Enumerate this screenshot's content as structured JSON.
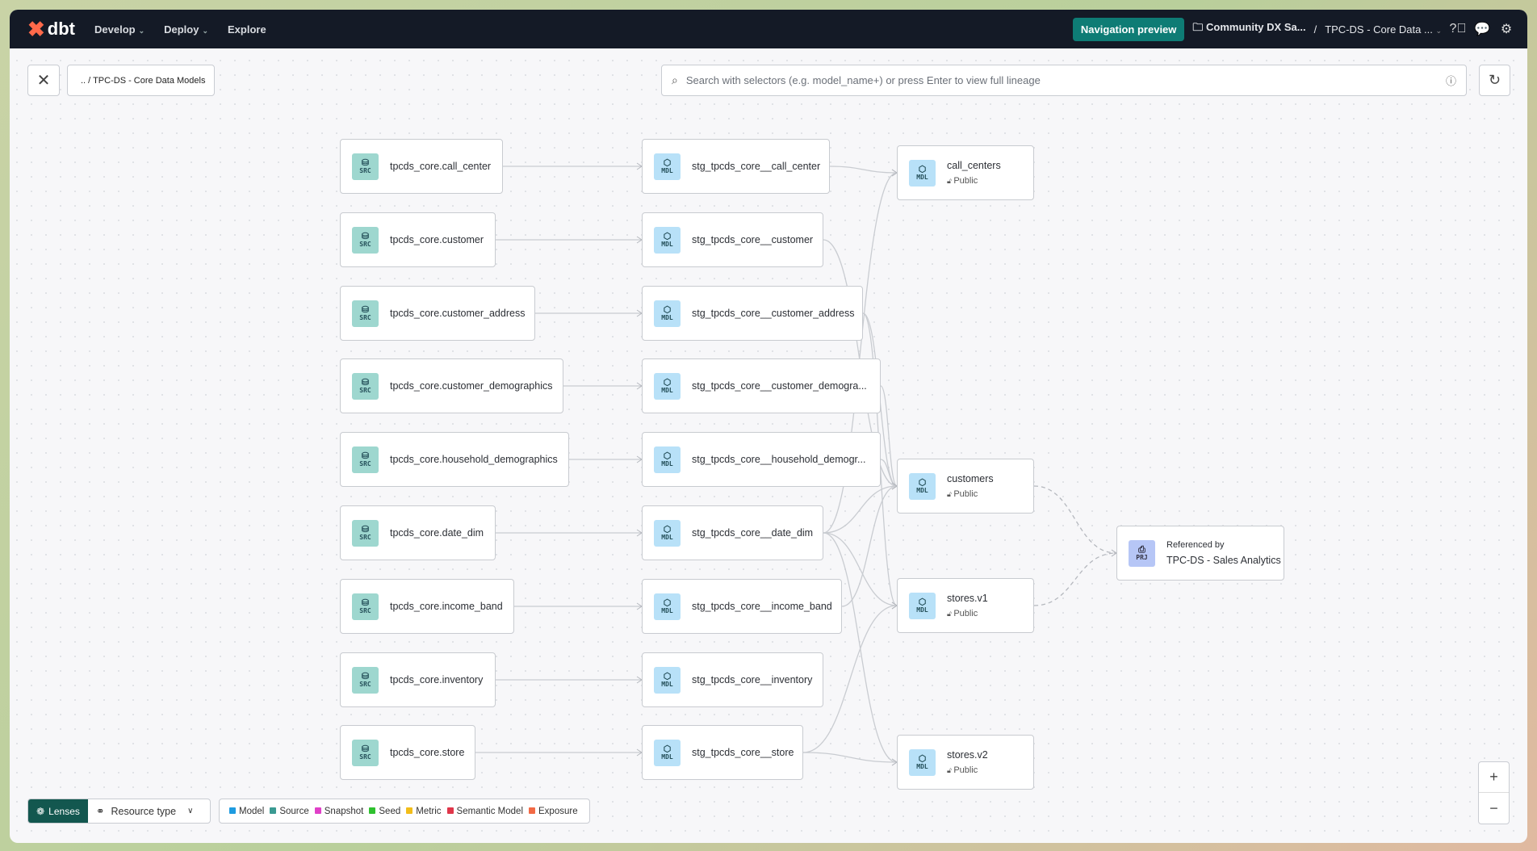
{
  "nav": {
    "brand": "dbt",
    "items": [
      {
        "label": "Develop",
        "has_menu": true
      },
      {
        "label": "Deploy",
        "has_menu": true
      },
      {
        "label": "Explore",
        "has_menu": false
      }
    ],
    "preview_label": "Navigation preview",
    "account": "Community DX Sa...",
    "project": "TPC-DS - Core Data ...",
    "icons": [
      "help-icon",
      "feedback-icon",
      "gear-icon"
    ]
  },
  "toolbar": {
    "breadcrumb": ".. / TPC-DS - Core Data Models",
    "search_placeholder": "Search with selectors (e.g. model_name+) or press Enter to view full lineage"
  },
  "colors": {
    "accent": "#0e7c75",
    "brand": "#ff694a",
    "nav_bg": "#141a26"
  },
  "nodes": {
    "sources": [
      {
        "id": "s0",
        "name": "tpcds_core.call_center",
        "badge": "SRC"
      },
      {
        "id": "s1",
        "name": "tpcds_core.customer",
        "badge": "SRC"
      },
      {
        "id": "s2",
        "name": "tpcds_core.customer_address",
        "badge": "SRC"
      },
      {
        "id": "s3",
        "name": "tpcds_core.customer_demographics",
        "badge": "SRC"
      },
      {
        "id": "s4",
        "name": "tpcds_core.household_demographics",
        "badge": "SRC"
      },
      {
        "id": "s5",
        "name": "tpcds_core.date_dim",
        "badge": "SRC"
      },
      {
        "id": "s6",
        "name": "tpcds_core.income_band",
        "badge": "SRC"
      },
      {
        "id": "s7",
        "name": "tpcds_core.inventory",
        "badge": "SRC"
      },
      {
        "id": "s8",
        "name": "tpcds_core.store",
        "badge": "SRC"
      }
    ],
    "staging": [
      {
        "id": "m0",
        "name": "stg_tpcds_core__call_center",
        "badge": "MDL"
      },
      {
        "id": "m1",
        "name": "stg_tpcds_core__customer",
        "badge": "MDL"
      },
      {
        "id": "m2",
        "name": "stg_tpcds_core__customer_address",
        "badge": "MDL"
      },
      {
        "id": "m3",
        "name": "stg_tpcds_core__customer_demogra...",
        "badge": "MDL"
      },
      {
        "id": "m4",
        "name": "stg_tpcds_core__household_demogr...",
        "badge": "MDL"
      },
      {
        "id": "m5",
        "name": "stg_tpcds_core__date_dim",
        "badge": "MDL"
      },
      {
        "id": "m6",
        "name": "stg_tpcds_core__income_band",
        "badge": "MDL"
      },
      {
        "id": "m7",
        "name": "stg_tpcds_core__inventory",
        "badge": "MDL"
      },
      {
        "id": "m8",
        "name": "stg_tpcds_core__store",
        "badge": "MDL"
      }
    ],
    "public": [
      {
        "id": "p0",
        "name": "call_centers",
        "badge": "MDL",
        "access": "Public"
      },
      {
        "id": "p1",
        "name": "customers",
        "badge": "MDL",
        "access": "Public"
      },
      {
        "id": "p2",
        "name": "stores.v1",
        "badge": "MDL",
        "access": "Public"
      },
      {
        "id": "p3",
        "name": "stores.v2",
        "badge": "MDL",
        "access": "Public"
      }
    ],
    "project": {
      "id": "x0",
      "badge": "PRJ",
      "caption": "Referenced by",
      "name": "TPC-DS - Sales Analytics"
    }
  },
  "edges": [
    [
      "s0",
      "m0"
    ],
    [
      "s1",
      "m1"
    ],
    [
      "s2",
      "m2"
    ],
    [
      "s3",
      "m3"
    ],
    [
      "s4",
      "m4"
    ],
    [
      "s5",
      "m5"
    ],
    [
      "s6",
      "m6"
    ],
    [
      "s7",
      "m7"
    ],
    [
      "s8",
      "m8"
    ],
    [
      "m0",
      "p0"
    ],
    [
      "m5",
      "p0"
    ],
    [
      "m1",
      "p1"
    ],
    [
      "m2",
      "p1"
    ],
    [
      "m3",
      "p1"
    ],
    [
      "m4",
      "p1"
    ],
    [
      "m5",
      "p1"
    ],
    [
      "m6",
      "p1"
    ],
    [
      "m2",
      "p2"
    ],
    [
      "m5",
      "p2"
    ],
    [
      "m8",
      "p2"
    ],
    [
      "m5",
      "p3"
    ],
    [
      "m8",
      "p3"
    ]
  ],
  "dashed_edges": [
    [
      "p1",
      "x0"
    ],
    [
      "p2",
      "x0"
    ]
  ],
  "lenses": {
    "label": "Lenses",
    "resource_label": "Resource type"
  },
  "legend": [
    {
      "label": "Model",
      "color": "#1e9be0"
    },
    {
      "label": "Source",
      "color": "#3a9a92"
    },
    {
      "label": "Snapshot",
      "color": "#e040c8"
    },
    {
      "label": "Seed",
      "color": "#2fc12f"
    },
    {
      "label": "Metric",
      "color": "#f2bd1a"
    },
    {
      "label": "Semantic Model",
      "color": "#e0364a"
    },
    {
      "label": "Exposure",
      "color": "#f26a45"
    }
  ],
  "zoom": {
    "in": "+",
    "out": "−"
  }
}
